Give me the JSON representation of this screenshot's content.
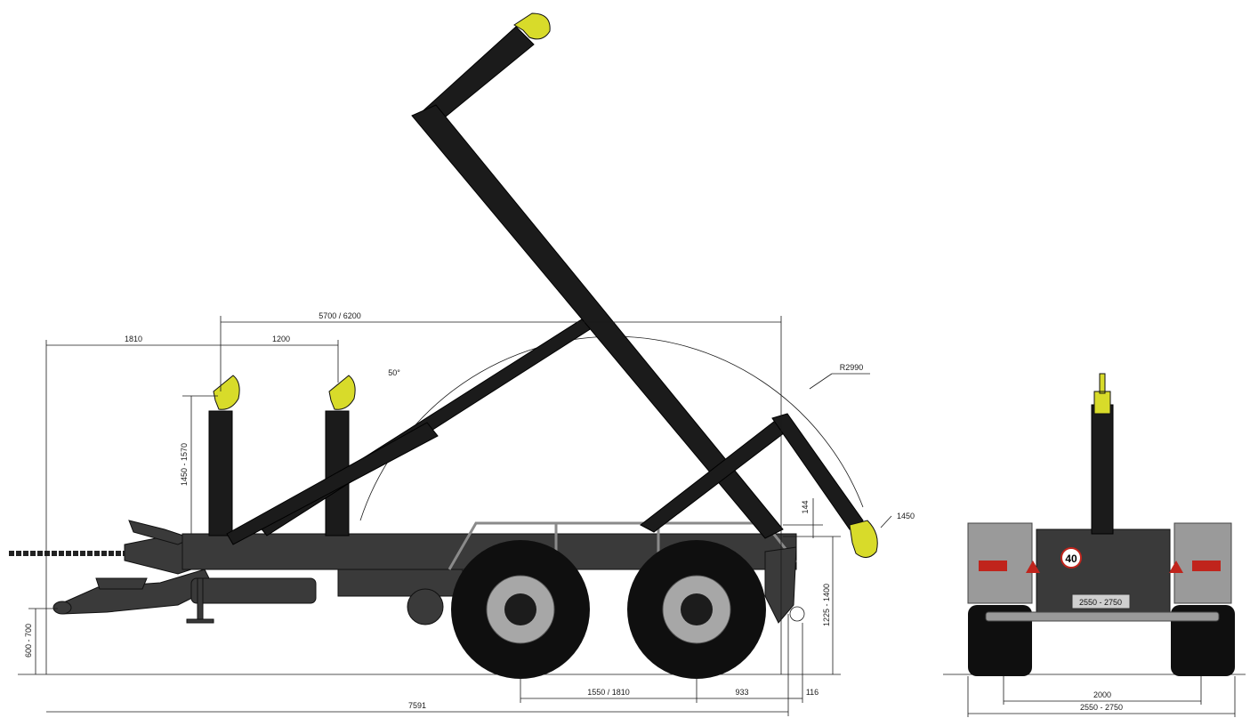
{
  "dimensions": {
    "hook_to_front": "1810",
    "hook_positions": "1200",
    "arm_length": "5700 / 6200",
    "tilt_angle": "50°",
    "radius": "R2990",
    "hook_height": "1450 - 1570",
    "clearance": "144",
    "rear_hook_height": "1450",
    "frame_height": "1225 - 1400",
    "drawbar_height": "600 - 700",
    "axle_spacing": "1550 / 1810",
    "rear_axle_to_end": "933",
    "rear_overhang": "116",
    "total_length": "7591",
    "track_width": "2000",
    "overall_width": "2550 - 2750"
  },
  "rear_view": {
    "speed_badge": "40",
    "plate_text": "2550 - 2750"
  },
  "colors": {
    "hook": "#d8db2a",
    "arm": "#1b1b1b",
    "frame": "#3a3a3a",
    "lamp": "#c0241c"
  }
}
